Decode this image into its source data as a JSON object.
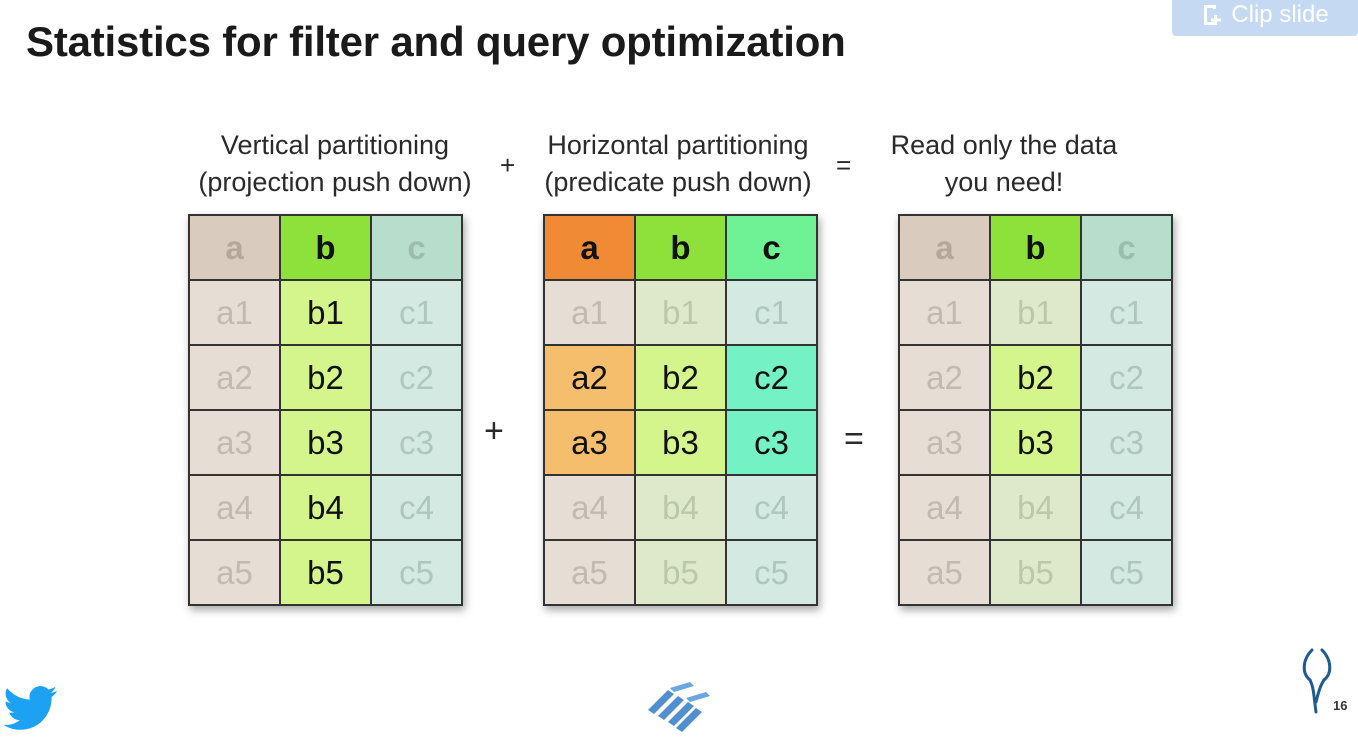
{
  "title": "Statistics for filter and query optimization",
  "clip_button": {
    "label": "Clip slide",
    "icon": "clip-icon"
  },
  "headings": {
    "vertical_line1": "Vertical partitioning",
    "vertical_line2": "(projection push down)",
    "horizontal_line1": "Horizontal partitioning",
    "horizontal_line2": "(predicate push down)",
    "result_line1": "Read only the data",
    "result_line2": "you need!"
  },
  "operators": {
    "plus": "+",
    "equals": "="
  },
  "tables": [
    {
      "name": "vertical",
      "header": [
        "a",
        "b",
        "c"
      ],
      "rows": [
        [
          "a1",
          "b1",
          "c1"
        ],
        [
          "a2",
          "b2",
          "c2"
        ],
        [
          "a3",
          "b3",
          "c3"
        ],
        [
          "a4",
          "b4",
          "c4"
        ],
        [
          "a5",
          "b5",
          "c5"
        ]
      ]
    },
    {
      "name": "horizontal",
      "header": [
        "a",
        "b",
        "c"
      ],
      "rows": [
        [
          "a1",
          "b1",
          "c1"
        ],
        [
          "a2",
          "b2",
          "c2"
        ],
        [
          "a3",
          "b3",
          "c3"
        ],
        [
          "a4",
          "b4",
          "c4"
        ],
        [
          "a5",
          "b5",
          "c5"
        ]
      ]
    },
    {
      "name": "result",
      "header": [
        "a",
        "b",
        "c"
      ],
      "rows": [
        [
          "a1",
          "b1",
          "c1"
        ],
        [
          "a2",
          "b2",
          "c2"
        ],
        [
          "a3",
          "b3",
          "c3"
        ],
        [
          "a4",
          "b4",
          "c4"
        ],
        [
          "a5",
          "b5",
          "c5"
        ]
      ]
    }
  ],
  "footer": {
    "left_icon": "twitter-bird-icon",
    "center_icon": "parquet-logo-icon",
    "right_icon": "impala-logo-icon",
    "page_number": "16"
  },
  "colors": {
    "twitter": "#1da1f2",
    "clip_button": "#c5daf2"
  }
}
